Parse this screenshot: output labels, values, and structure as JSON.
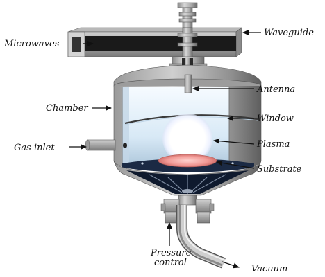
{
  "labels": {
    "microwaves": "Microwaves",
    "waveguide": "Waveguide",
    "antenna": "Antenna",
    "chamber": "Chamber",
    "window": "Window",
    "gas_inlet": "Gas inlet",
    "plasma": "Plasma",
    "substrate": "Substrate",
    "pressure_control_line1": "Pressure",
    "pressure_control_line2": "control",
    "vacuum": "Vacuum"
  },
  "colors": {
    "metal_light": "#c9c9c9",
    "metal_dark": "#6e6e6e",
    "waveguide_interior": "#1a1a1a",
    "chamber_interior": "#dfeefa",
    "window_line": "#3a3a3a",
    "plasma_core": "#ffffff",
    "plasma_glow": "#e9efff",
    "substrate": "#f0a0a0",
    "arrow": "#111111"
  }
}
